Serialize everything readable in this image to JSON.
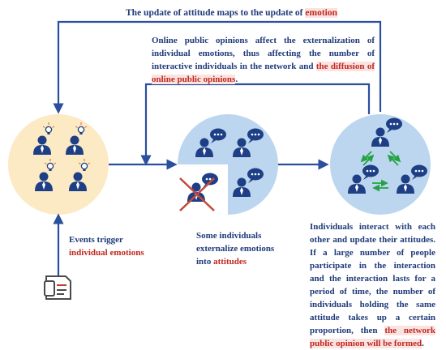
{
  "top_label": {
    "prefix": "The update of attitude maps to the update of ",
    "highlight": "emotion"
  },
  "opinion_block": {
    "prefix": "Online public opinions affect the externalization of individual emotions, thus affecting the number of interactive individuals in the network and ",
    "highlight": "the diffusion of online public opinions",
    "suffix": "."
  },
  "events_block": {
    "line1": "Events trigger",
    "highlight": "individual emotions"
  },
  "externalize_block": {
    "line1": "Some individuals",
    "line2": "externalize emotions",
    "line3_prefix": "into ",
    "highlight": "attitudes"
  },
  "interaction_block": {
    "prefix": "Individuals interact with each other and update their attitudes. If a large number of people participate in the interaction and the interaction lasts for a period of time, the number of individuals holding the same attitude takes up a certain proportion, then ",
    "highlight": "the network public opinion will be formed",
    "suffix": "."
  },
  "colors": {
    "arrow": "#2a4f9e",
    "person": "#1e3f86",
    "circle_yellow": "#fbeac3",
    "circle_blue": "#bcd6ef",
    "text": "#1f3a7a",
    "accent_red": "#c0271f",
    "green_arrow": "#25a244",
    "document_icon": "#c0392b"
  },
  "icons": [
    "person-idea-icon",
    "person-speech-icon",
    "crossed-person-icon",
    "document-icon",
    "green-exchange-arrow-icon"
  ]
}
